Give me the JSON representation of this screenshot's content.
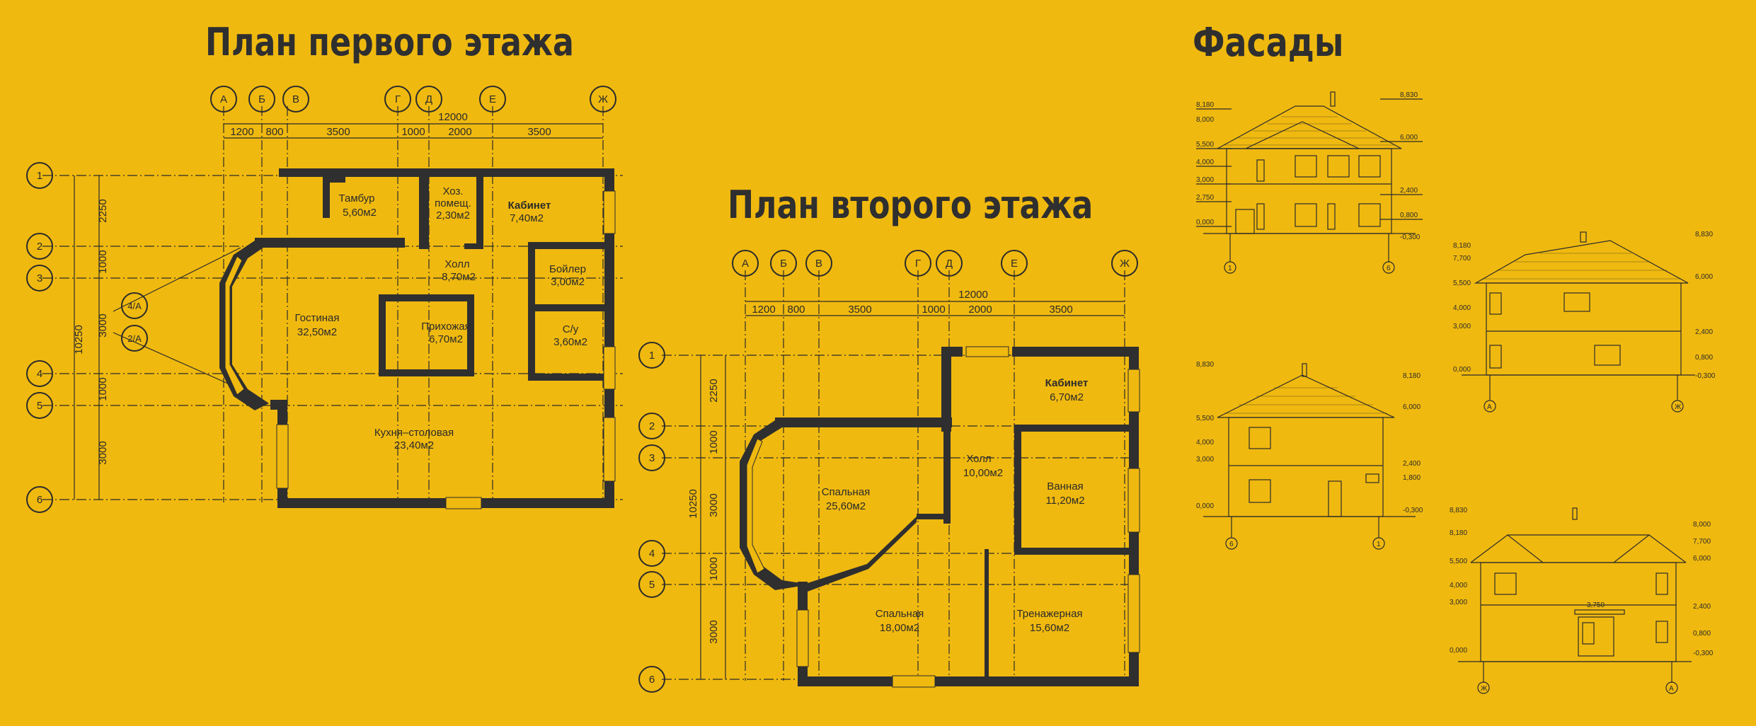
{
  "titles": {
    "plan1": "План первого этажа",
    "plan2": "План второго этажа",
    "facades": "Фасады"
  },
  "axes_letters": [
    "А",
    "Б",
    "В",
    "Г",
    "Д",
    "Е",
    "Ж"
  ],
  "axes_numbers": [
    "1",
    "2",
    "3",
    "4",
    "5",
    "6"
  ],
  "dims_top": [
    "1200",
    "800",
    "3500",
    "1000",
    "2000",
    "3500"
  ],
  "dim_total": "12000",
  "dims_left": [
    "2250",
    "1000",
    "3000",
    "1000",
    "3000"
  ],
  "dim_left_total": "10250",
  "section_marks": [
    "4/А",
    "2/А"
  ],
  "floor1_rooms": [
    {
      "name": "Тамбур",
      "area": "5,60м2"
    },
    {
      "name": "Хоз.\nпомещ.",
      "area": "2,30м2"
    },
    {
      "name": "Кабинет",
      "area": "7,40м2"
    },
    {
      "name": "Холл",
      "area": "8,70м2"
    },
    {
      "name": "Бойлер",
      "area": "3,00м2"
    },
    {
      "name": "Гостиная",
      "area": "32,50м2"
    },
    {
      "name": "Прихожая",
      "area": "6,70м2"
    },
    {
      "name": "С/у",
      "area": "3,60м2"
    },
    {
      "name": "Кухня–столовая",
      "area": "23,40м2"
    }
  ],
  "floor2_rooms": [
    {
      "name": "Кабинет",
      "area": "6,70м2"
    },
    {
      "name": "Холл",
      "area": "10,00м2"
    },
    {
      "name": "Спальная",
      "area": "25,60м2"
    },
    {
      "name": "Ванная",
      "area": "11,20м2"
    },
    {
      "name": "Спальная",
      "area": "18,00м2"
    },
    {
      "name": "Тренажерная",
      "area": "15,60м2"
    }
  ],
  "facade_levels": {
    "f1_left": [
      "8,180",
      "8,000",
      "5,500",
      "4,000",
      "3,000",
      "2,750",
      "0,000"
    ],
    "f1_right": [
      "8,830",
      "6,000",
      "2,400",
      "0,800",
      "-0,300"
    ],
    "f1_axes": [
      "1",
      "6"
    ],
    "f2_left": [
      "8,180",
      "7,700",
      "5,500",
      "4,000",
      "3,000",
      "0,000"
    ],
    "f2_right": [
      "8,830",
      "6,000",
      "2,400",
      "0,800",
      "-0,300"
    ],
    "f2_axes": [
      "А",
      "Ж"
    ],
    "f3_left": [
      "8,830",
      "5,500",
      "4,000",
      "3,000",
      "0,000"
    ],
    "f3_right": [
      "8,180",
      "6,000",
      "2,400",
      "1,800",
      "-0,300"
    ],
    "f3_axes": [
      "6",
      "1"
    ],
    "f4_left": [
      "8,830",
      "8,180",
      "5,500",
      "4,000",
      "3,000",
      "0,000"
    ],
    "f4_right": [
      "8,000",
      "7,700",
      "6,000",
      "2,400",
      "0,800",
      "-0,300"
    ],
    "f4_axes": [
      "Ж",
      "А"
    ],
    "f4_note": "3,750"
  }
}
